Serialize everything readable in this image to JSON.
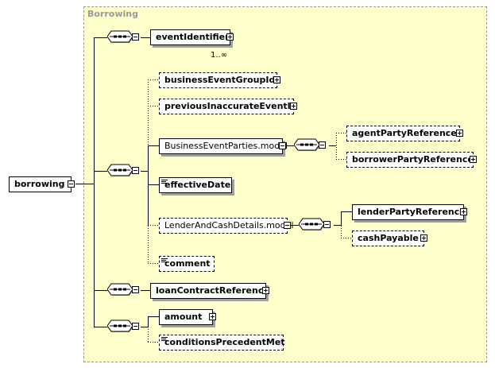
{
  "group": {
    "title": "Borrowing"
  },
  "root": {
    "label": "borrowing"
  },
  "cardinality": "1..∞",
  "nodes": {
    "event_identifier": "eventIdentifier",
    "business_event_group_id": "businessEventGroupId",
    "previous_inaccurate_event_id": "previousInaccurateEventId",
    "business_event_parties_model": "BusinessEventParties.model",
    "agent_party_reference": "agentPartyReference",
    "borrower_party_reference": "borrowerPartyReference",
    "effective_date": "effectiveDate",
    "lender_and_cash_details_model": "LenderAndCashDetails.model",
    "lender_party_reference": "lenderPartyReference",
    "cash_payable": "cashPayable",
    "comment": "comment",
    "loan_contract_reference": "loanContractReference",
    "amount": "amount",
    "conditions_precedent_met": "conditionsPrecedentMet"
  },
  "icons": {
    "sequence": "sequence-compositor-icon",
    "expand": "expand-plus-icon",
    "collapse": "collapse-minus-icon",
    "simple_type": "simple-content-icon"
  },
  "colors": {
    "group_background": "#ffffcc",
    "group_border": "#999999",
    "group_title": "#999999",
    "node_border": "#000000",
    "shadow": "#a0a0a0"
  }
}
